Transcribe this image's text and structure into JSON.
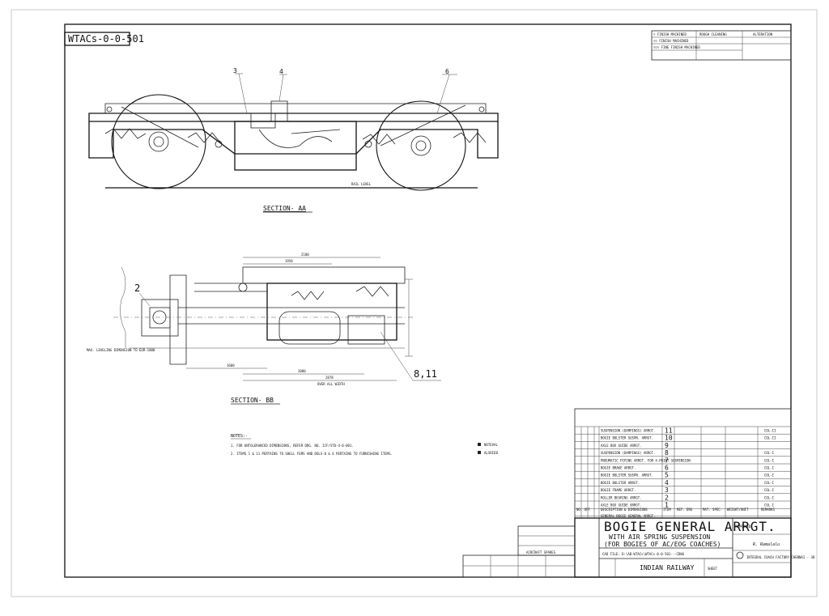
{
  "drawing_number": "WTACs-0-0-501",
  "surface_finish": {
    "rows": [
      "▽ FINISH MACHINED",
      "▽▽ FINISH MACHINED",
      "▽▽▽ FINE FINISH MACHINED"
    ],
    "rough_cleaning": "ROUGH CLEANING",
    "alteration": "ALTERATION"
  },
  "section_aa": {
    "title": "SECTION- AA",
    "rail_level": "RAIL LEVEL",
    "callouts": [
      "3",
      "4",
      "6"
    ]
  },
  "section_bb": {
    "title": "SECTION- BB",
    "callouts": [
      "2",
      "8,11"
    ],
    "dimensions": [
      "2180",
      "1950",
      "1600",
      "2080",
      "2878",
      "OVER ALL WIDTH"
    ],
    "side_note": "MAX. LEVELING DIMENSION TO EUR-1000"
  },
  "notes": {
    "heading": "NOTES:-",
    "items": [
      "1. FOR UNTOLERANCED DIMENSIONS, REFER DRG. NO. ICF/STD-4-0-001.",
      "2. ITEMS 1 & 11 PERTAINS TO SHELL FEMS AND DOLS-0 & 6 PERTAINS TO FURNISHING ITEMS."
    ],
    "legend": [
      "NOTEVAL",
      "ALSRIEB"
    ]
  },
  "parts_list": {
    "rows": [
      {
        "item": "11",
        "desc": "SUSPENSION (DAMPINGS) ARRGT."
      },
      {
        "item": "10",
        "desc": "BOGIE BOLSTER SUSPN. ARRGT."
      },
      {
        "item": "9",
        "desc": "AXLE BOX GUIDE ARRGT."
      },
      {
        "item": "8",
        "desc": "SUSPENSION (DAMPINGS) ARRGT."
      },
      {
        "item": "7",
        "desc": "PNEUMATIC PIPING ARRGT. FOR 4-POINT SUSPENSION"
      },
      {
        "item": "6",
        "desc": "BOGIE BRAKE ARRGT."
      },
      {
        "item": "5",
        "desc": "BOGIE BOLSTER SUSPN. ARRGT."
      },
      {
        "item": "4",
        "desc": "BOGIE BOLSTER ARRGT."
      },
      {
        "item": "3",
        "desc": "BOGIE FRAME ARRGT."
      },
      {
        "item": "2",
        "desc": "ROLLER BEARING ARRGT."
      },
      {
        "item": "1",
        "desc": "AXLE BOX GUIDE ARRGT."
      }
    ],
    "header": {
      "no": "NO. OFF",
      "desc": "DESCRIPTION & DIMENSIONS",
      "item": "ITEM",
      "ref": "REF. DRG",
      "mat": "MAT. SPEC.",
      "wt": "WEIGHT/UNIT",
      "remarks": "REMARKS"
    },
    "col_remarks": [
      "COL-II",
      "COL-II",
      "",
      "COL-I",
      "COL-I",
      "COL-I",
      "COL-I",
      "COL-I",
      "COL-I",
      "COL-I",
      "COL-I"
    ],
    "general": "GENERAL BOGIE GENERAL ARRGT."
  },
  "title_block": {
    "main": "BOGIE GENERAL ARRGT.",
    "sub1": "WITH AIR SPRING SUSPENSION",
    "sub2": "(FOR BOGIES OF AC/EOG COACHES)",
    "cad_file": "CAD FILE: D:\\AB-WTACs\\WTACs-0-0-501---CDWG",
    "railway": "INDIAN RAILWAY",
    "factory": "INTEGRAL COACH FACTORY CHENNAI - 38",
    "approved": "APPROVED",
    "signature": "R. Ramalalu",
    "sheet": "SHEET",
    "aircraft_spares": "AIRCRAFT SPARES"
  }
}
